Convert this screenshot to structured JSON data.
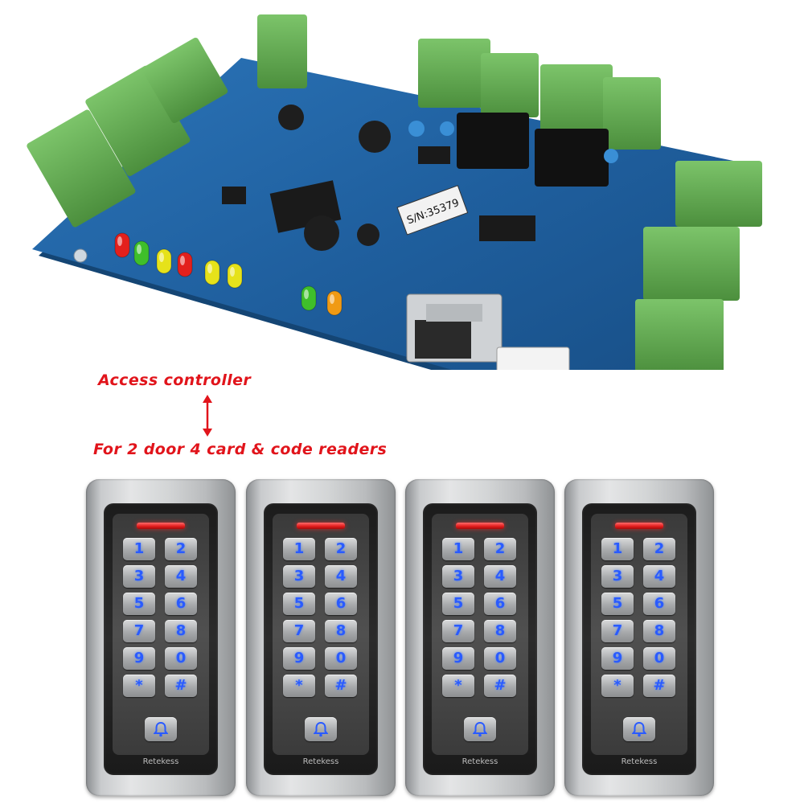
{
  "labels": {
    "top": "Access controller",
    "bottom": "For 2 door 4 card & code readers"
  },
  "board": {
    "serial": "S/N:35379",
    "leds": [
      {
        "color": "#e3201c"
      },
      {
        "color": "#3fbf2a"
      },
      {
        "color": "#e6e21a"
      },
      {
        "color": "#e3201c"
      },
      {
        "color": "#e6e21a"
      },
      {
        "color": "#e6e21a"
      },
      {
        "color": "#3fbf2a"
      },
      {
        "color": "#f09a14"
      }
    ]
  },
  "keypad": {
    "keys": [
      "1",
      "2",
      "3",
      "4",
      "5",
      "6",
      "7",
      "8",
      "9",
      "0",
      "*",
      "#"
    ],
    "brand": "Retekess",
    "bell_icon": "bell-icon",
    "key_color": "#2a5bff",
    "indicator_color": "#e01a1a"
  },
  "keypads": [
    {
      "id": "reader-1"
    },
    {
      "id": "reader-2"
    },
    {
      "id": "reader-3"
    },
    {
      "id": "reader-4"
    }
  ],
  "colors": {
    "label": "#e1141b",
    "pcb": "#1f5f9e",
    "terminal": "#5ea84d"
  }
}
